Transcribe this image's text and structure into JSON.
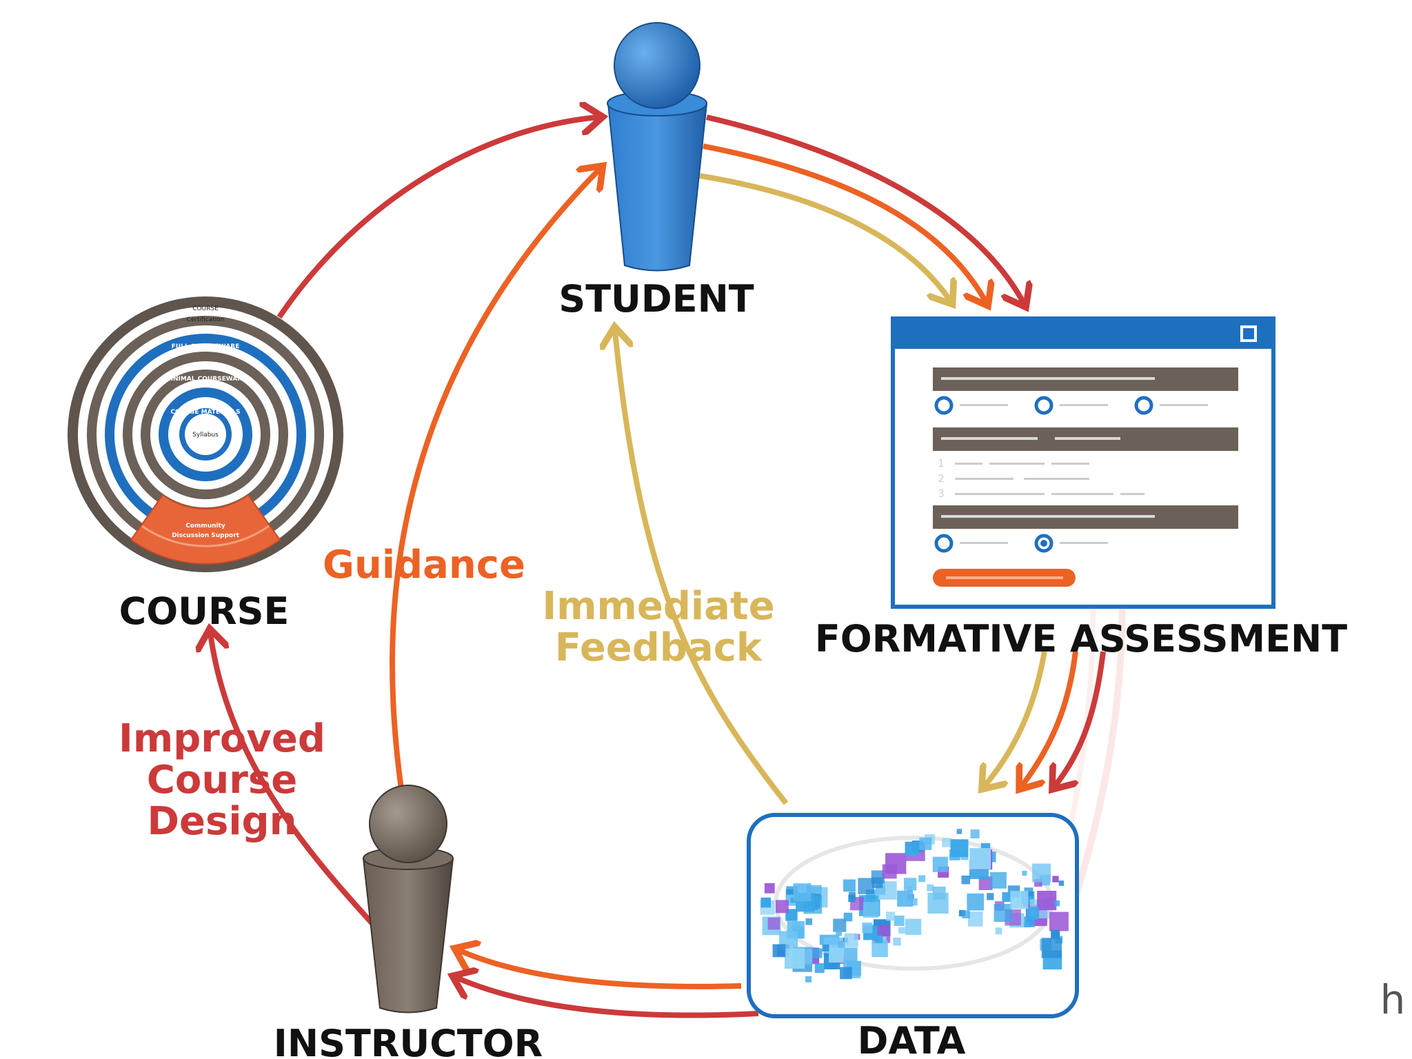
{
  "nodes": {
    "student": "STUDENT",
    "formative_assessment": "FORMATIVE ASSESSMENT",
    "course": "COURSE",
    "instructor": "INSTRUCTOR",
    "data": "DATA"
  },
  "flows": {
    "guidance": "Guidance",
    "immediate_feedback_line1": "Immediate",
    "immediate_feedback_line2": "Feedback",
    "improved_line1": "Improved",
    "improved_line2": "Course",
    "improved_line3": "Design"
  },
  "course_rings": {
    "course": "COURSE",
    "certification": "Certification",
    "full_courseware": "FULL COURSEWARE",
    "minimal_courseware": "MINIMAL COURSEWARE",
    "course_materials": "COURSE MATERIALS",
    "syllabus": "Syllabus",
    "community_line1": "Community",
    "community_line2": "Discussion Support"
  },
  "assessment_items": {
    "list_numbers": [
      "1",
      "2",
      "3"
    ]
  },
  "watermark": "h",
  "colors": {
    "red": "#cc3a3a",
    "orange": "#ec6224",
    "gold": "#d8b65a",
    "blue": "#1f6fbf",
    "brown": "#6b6158"
  }
}
